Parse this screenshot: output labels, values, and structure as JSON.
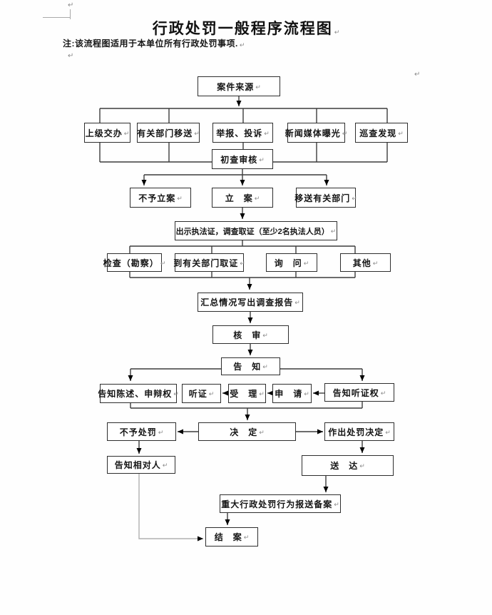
{
  "page": {
    "title": "行政处罚一般程序流程图",
    "note": "注:该流程图适用于本单位所有行政处罚事项.",
    "return_mark": "↵",
    "line_color": "#333333",
    "box_border_color": "#2e2e2e"
  },
  "flowchart": {
    "nodes": {
      "case_source": {
        "label": "案件来源"
      },
      "superior_assign": {
        "label": "上级交办"
      },
      "dept_transfer_in": {
        "label": "有关部门移送"
      },
      "report_complaint": {
        "label": "举报、投诉"
      },
      "media_exposure": {
        "label": "新闻媒体曝光"
      },
      "patrol_discovery": {
        "label": "巡查发现"
      },
      "initial_review": {
        "label": "初查审核"
      },
      "no_case": {
        "label": "不予立案"
      },
      "file_case": {
        "label": "立　案"
      },
      "transfer_out": {
        "label": "移送有关部门"
      },
      "show_credentials": {
        "label": "出示执法证，调查取证（至少2名执法人员）"
      },
      "inspect": {
        "label": "检查（勘察）"
      },
      "dept_evidence": {
        "label": "到有关部门取证"
      },
      "inquiry": {
        "label": "询　问"
      },
      "other": {
        "label": "其他"
      },
      "summary_report": {
        "label": "汇总情况写出调查报告"
      },
      "review": {
        "label": "核　审"
      },
      "notify": {
        "label": "告　知"
      },
      "notify_statement": {
        "label": "告知陈述、申辩权"
      },
      "hearing": {
        "label": "听证"
      },
      "accept": {
        "label": "受　理"
      },
      "apply": {
        "label": "申　请"
      },
      "notify_hearing": {
        "label": "告知听证权"
      },
      "no_penalty": {
        "label": "不予处罚"
      },
      "decision": {
        "label": "决　定"
      },
      "make_decision": {
        "label": "作出处罚决定"
      },
      "notify_party": {
        "label": "告知相对人"
      },
      "deliver": {
        "label": "送　达"
      },
      "major_record": {
        "label": "重大行政处罚行为报送备案"
      },
      "close_case": {
        "label": "结　案"
      }
    }
  }
}
